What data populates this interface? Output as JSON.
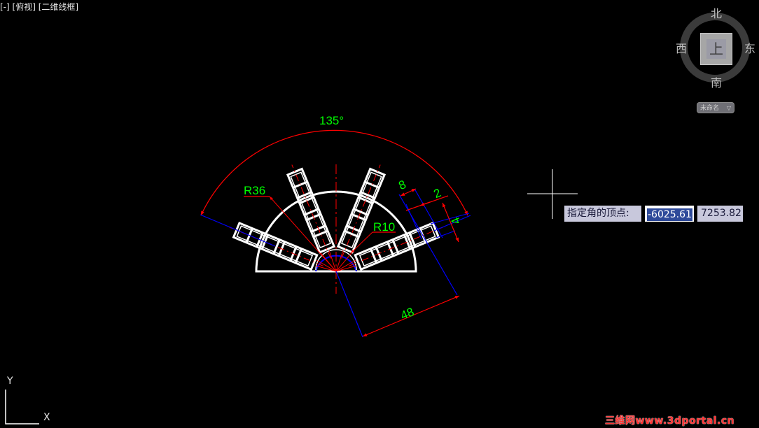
{
  "viewport": {
    "controls_label": "[-]",
    "view_label": "[俯视]",
    "style_label": "[二维线框]"
  },
  "viewcube": {
    "face_label": "上",
    "north": "北",
    "south": "南",
    "west": "西",
    "east": "东",
    "ucs_dropdown": "未命名",
    "ucs_caret": "▽"
  },
  "drawing": {
    "dim_angle": "135°",
    "dim_r36": "R36",
    "dim_r10": "R10",
    "dim_8": "8",
    "dim_2": "2",
    "dim_4": "4",
    "dim_48": "48",
    "colors": {
      "geometry": "#ffffff",
      "dimension": "#ff0000",
      "extension": "#0000ff",
      "dim_text": "#00ff00",
      "centerline": "#ff0000"
    }
  },
  "dynamic_input": {
    "prompt": "指定角的顶点:",
    "x_value": "-6025.61",
    "y_value": "7253.82"
  },
  "ucs": {
    "y_label": "Y",
    "x_label": "X"
  },
  "watermark": "三维网www.3dportal.cn"
}
